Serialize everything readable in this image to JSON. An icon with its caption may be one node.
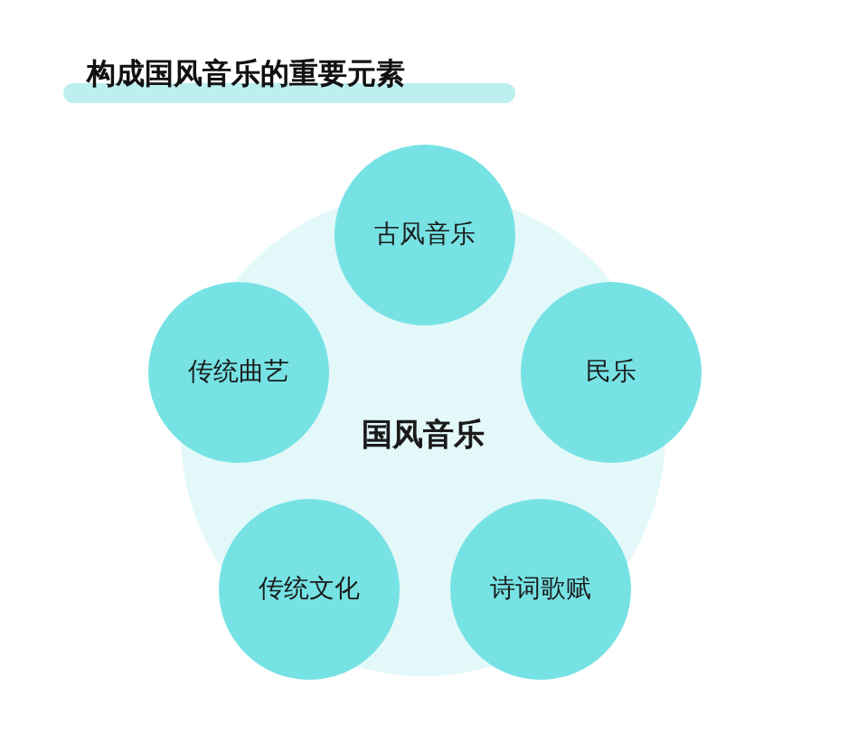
{
  "diagram": {
    "title": "构成国风音乐的重要元素",
    "nodes": [
      {
        "text": [
          "国风音乐"
        ]
      },
      {
        "text": [
          "古风音乐"
        ]
      },
      {
        "text": [
          "民乐"
        ]
      },
      {
        "text": [
          "诗词歌赋"
        ]
      },
      {
        "text": [
          "传统文化"
        ]
      },
      {
        "text": [
          "传统曲艺"
        ]
      }
    ]
  }
}
